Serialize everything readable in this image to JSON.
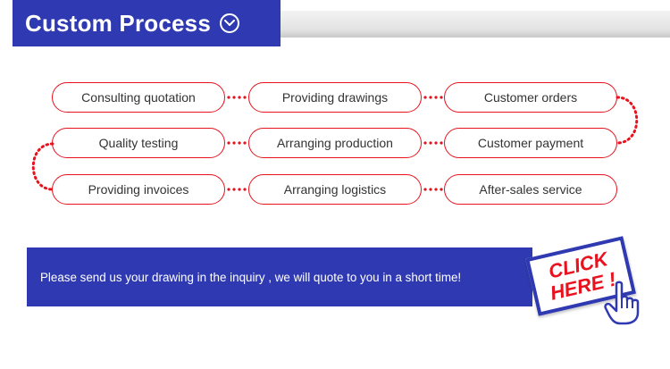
{
  "header": {
    "title": "Custom Process"
  },
  "steps": {
    "row1": [
      "Consulting quotation",
      "Providing drawings",
      "Customer orders"
    ],
    "row2": [
      "Quality testing",
      "Arranging production",
      "Customer payment"
    ],
    "row3": [
      "Providing invoices",
      "Arranging logistics",
      "After-sales service"
    ]
  },
  "banner": {
    "text": "Please send us your drawing in the inquiry , we will quote to you in a short time!"
  },
  "click_button": {
    "line1": "CLICK",
    "line2": "HERE !"
  },
  "colors": {
    "brand_blue": "#2f3ab2",
    "accent_red": "#e8111d"
  }
}
